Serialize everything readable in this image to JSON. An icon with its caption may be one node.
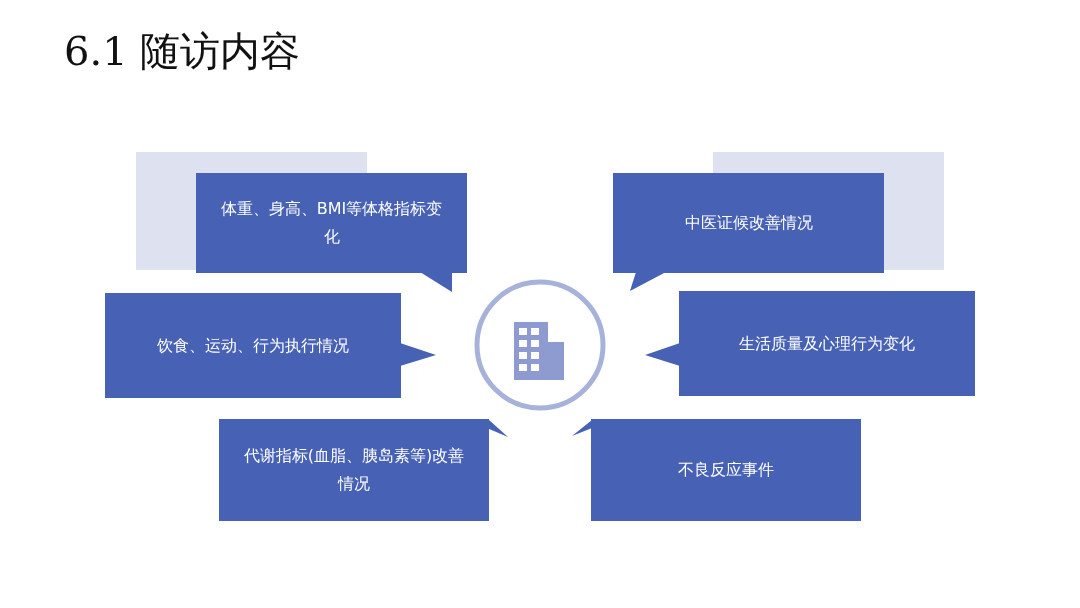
{
  "diagram": {
    "title": "6.1 随访内容",
    "nodes": [
      {
        "text": [
          "体重、身高、BMI等体格指标变化"
        ]
      },
      {
        "text": [
          "中医证候改善情况"
        ]
      },
      {
        "text": [
          "饮食、运动、行为执行情况"
        ]
      },
      {
        "text": [
          "生活质量及心理行为变化"
        ]
      },
      {
        "text": [
          "代谢指标(血脂、胰岛素等)改善情况"
        ]
      },
      {
        "text": [
          "不良反应事件"
        ]
      }
    ]
  }
}
